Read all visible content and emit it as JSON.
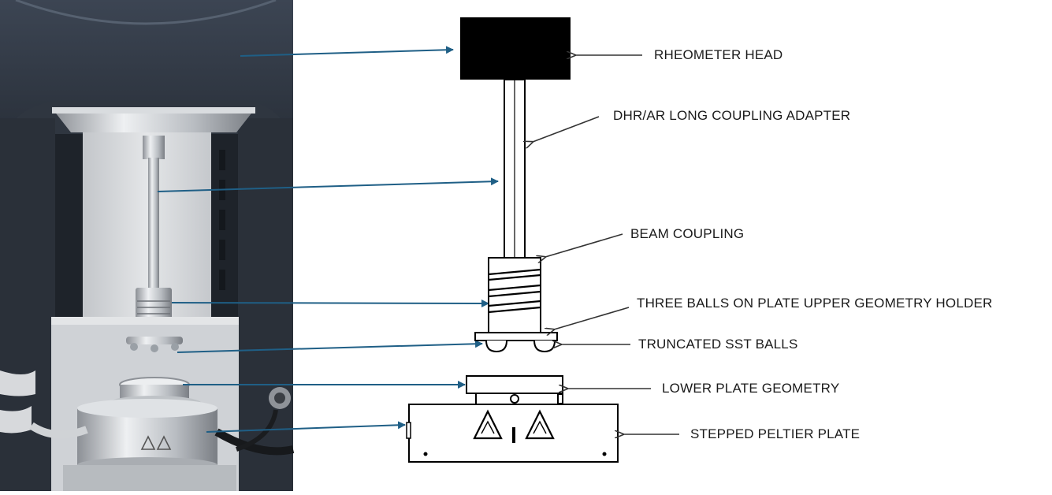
{
  "labels": {
    "rheometer_head": "RHEOMETER HEAD",
    "coupling_adapter": "DHR/AR LONG COUPLING ADAPTER",
    "beam_coupling": "BEAM COUPLING",
    "three_balls_holder": "THREE BALLS ON PLATE UPPER GEOMETRY HOLDER",
    "truncated_balls": "TRUNCATED SST BALLS",
    "lower_plate": "LOWER PLATE GEOMETRY",
    "peltier_plate": "STEPPED PELTIER PLATE"
  },
  "colors": {
    "photo_arrow": "#1f5f86",
    "label_arrow": "#333333",
    "instrument_body": "#3a4350",
    "steel": "#c9ccd0"
  }
}
